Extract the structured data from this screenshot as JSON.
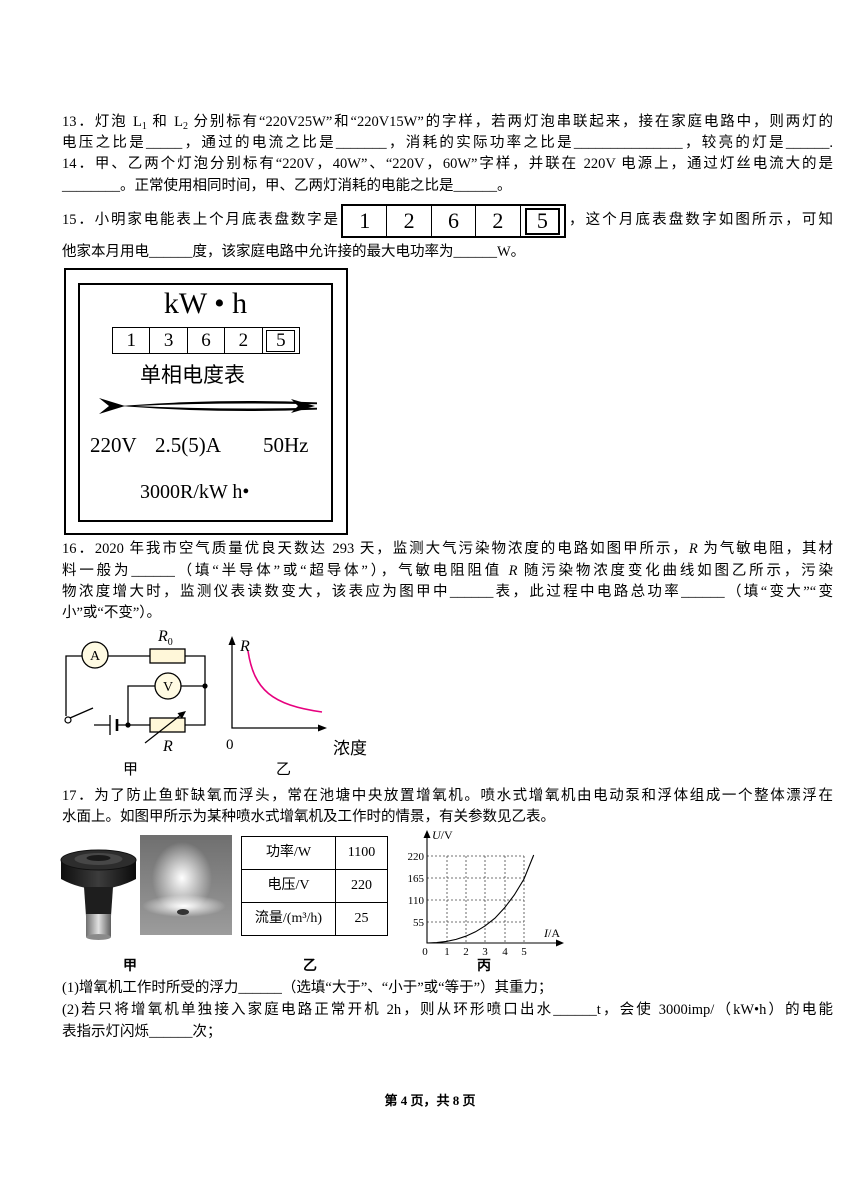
{
  "q13": {
    "l1_a": "13．灯泡 L",
    "l1_sub1": "1",
    "l1_b": " 和 L",
    "l1_sub2": "2",
    "l1_c": " 分别标有“220V25W”和“220V15W”的字样，若两灯泡串联起来，接在家庭电路中，则两灯的",
    "l2": "电压之比是_____，通过的电流之比是_______，消耗的实际功率之比是_______________，较亮的灯是______."
  },
  "q14": {
    "l1": "14．甲、乙两个灯泡分别标有“220V，40W”、“220V，60W”字样，并联在 220V 电源上，通过灯丝电流大的是",
    "l2": "________。正常使用相同时间，甲、乙两灯消耗的电能之比是______。"
  },
  "q15": {
    "l1_a": "15．小明家电能表上个月底表盘数字是",
    "last_month_digits": [
      "1",
      "2",
      "6",
      "2",
      "5"
    ],
    "l1_b": "，这个月底表盘数字如图所示，可知",
    "l2": "他家本月用电______度，该家庭电路中允许接的最大电功率为______W。",
    "meter": {
      "unit": "kW • h",
      "digits": [
        "1",
        "3",
        "6",
        "2",
        "5"
      ],
      "name": "单相电度表",
      "voltage": "220V",
      "current": "2.5(5)A",
      "frequency": "50Hz",
      "constant": "3000R/kW h•"
    }
  },
  "q16": {
    "l1_a": "16．2020 年我市空气质量优良天数达 293 天，监测大气污染物浓度的电路如图甲所示，",
    "l1_r": "R",
    "l1_b": " 为气敏电阻，其材",
    "l2_a": "料一般为______（填“半导体”或“超导体”），气敏电阻阻值 ",
    "l2_r": "R",
    "l2_b": " 随污染物浓度变化曲线如图乙所示，污染",
    "l3": "物浓度增大时，监测仪表读数变大，该表应为图甲中______表，此过程中电路总功率______（填“变大”“变",
    "l4": "小”或“不变”）。",
    "fig_a": {
      "ammeter": "A",
      "voltmeter": "V",
      "r0": "R",
      "r0_sub": "0",
      "r": "R",
      "caption": "甲"
    },
    "fig_b": {
      "y_label": "R",
      "origin": "0",
      "x_label": "浓度",
      "caption": "乙",
      "curve_color": "#e6007e"
    }
  },
  "q17": {
    "l1": "17．为了防止鱼虾缺氧而浮头，常在池塘中央放置增氧机。喷水式增氧机由电动泵和浮体组成一个整体漂浮在",
    "l2": "水面上。如图甲所示为某种喷水式增氧机及工作时的情景，有关参数见乙表。",
    "table": [
      {
        "param": "功率/W",
        "value": "1100"
      },
      {
        "param": "电压/V",
        "value": "220"
      },
      {
        "param": "流量/(m³/h)",
        "value": "25"
      }
    ],
    "graph": {
      "y_var": "U",
      "y_unit": "/V",
      "x_var": "I",
      "x_unit": "/A",
      "y_ticks": [
        "220",
        "165",
        "110",
        "55"
      ],
      "x_ticks": [
        "0",
        "1",
        "2",
        "3",
        "4",
        "5"
      ],
      "curve_points": [
        [
          0,
          0
        ],
        [
          0.5,
          1
        ],
        [
          1,
          4
        ],
        [
          1.5,
          9
        ],
        [
          2,
          17
        ],
        [
          2.5,
          28
        ],
        [
          3,
          43
        ],
        [
          3.5,
          62
        ],
        [
          4,
          88
        ],
        [
          4.5,
          120
        ],
        [
          5,
          160
        ],
        [
          5.5,
          220
        ]
      ]
    },
    "captions": {
      "a": "甲",
      "b": "乙",
      "c": "丙"
    },
    "p1": "(1)增氧机工作时所受的浮力______（选填“大于”、“小于”或“等于”）其重力；",
    "p2": "(2)若只将增氧机单独接入家庭电路正常开机 2h，则从环形喷口出水______t，会使 3000imp/（kW•h）的电能",
    "p3": "表指示灯闪烁______次；"
  },
  "footer": "第 4 页，共 8 页"
}
